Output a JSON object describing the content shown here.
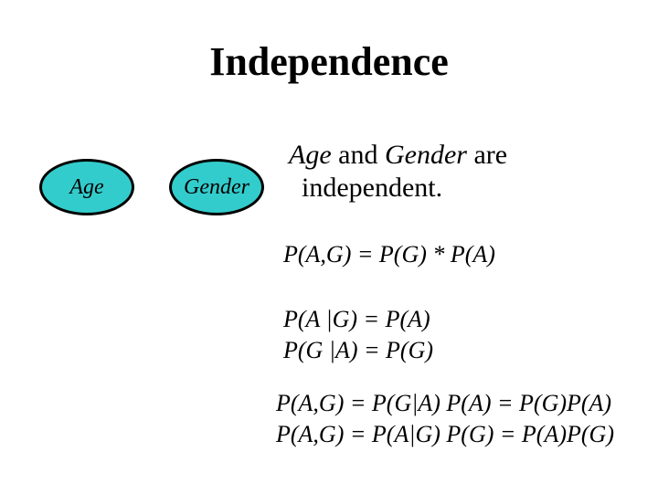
{
  "title": "Independence",
  "nodes": {
    "age": "Age",
    "gender": "Gender"
  },
  "statement": {
    "age": "Age",
    "and": " and ",
    "gender": "Gender",
    "are": " are",
    "line2": "independent."
  },
  "equations": {
    "joint": "P(A,G) = P(G) * P(A)",
    "cond1": "P(A |G) = P(A)",
    "cond2": "P(G |A) = P(G)",
    "chain1": "P(A,G) = P(G|A) P(A) = P(G)P(A)",
    "chain2": "P(A,G) = P(A|G) P(G) = P(A)P(G)"
  },
  "colors": {
    "node_fill": "#33cccc",
    "node_border": "#000000",
    "text": "#000000",
    "background": "#ffffff"
  }
}
